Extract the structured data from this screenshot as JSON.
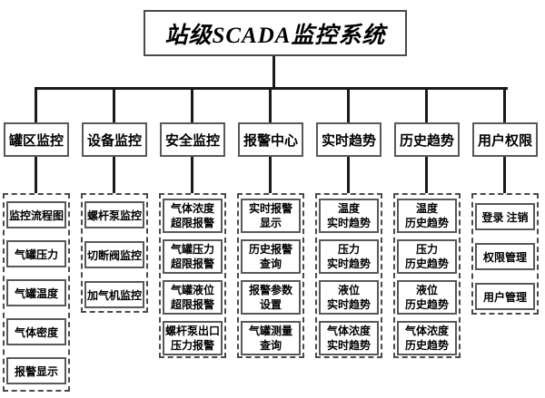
{
  "title": "站级SCADA监控系统",
  "columns": [
    {
      "label": "罐区监控",
      "items": [
        "监控流程图",
        "气罐压力",
        "气罐温度",
        "气体密度",
        "报警显示"
      ]
    },
    {
      "label": "设备监控",
      "items": [
        "螺杆泵监控",
        "切断阀监控",
        "加气机监控"
      ]
    },
    {
      "label": "安全监控",
      "items": [
        "气体浓度\n超限报警",
        "气罐压力\n超限报警",
        "气罐液位\n超限报警",
        "螺杆泵出口\n压力报警"
      ]
    },
    {
      "label": "报警中心",
      "items": [
        "实时报警\n显示",
        "历史报警\n查询",
        "报警参数\n设置",
        "气罐测量\n查询"
      ]
    },
    {
      "label": "实时趋势",
      "items": [
        "温度\n实时趋势",
        "压力\n实时趋势",
        "液位\n实时趋势",
        "气体浓度\n实时趋势"
      ]
    },
    {
      "label": "历史趋势",
      "items": [
        "温度\n历史趋势",
        "压力\n历史趋势",
        "液位\n历史趋势",
        "气体浓度\n历史趋势"
      ]
    },
    {
      "label": "用户权限",
      "items": [
        "登录 注销",
        "权限管理",
        "用户管理"
      ]
    }
  ],
  "colors": {
    "line": "#1a1a1a",
    "border": "#555555",
    "text": "#000000",
    "background": "#ffffff"
  }
}
